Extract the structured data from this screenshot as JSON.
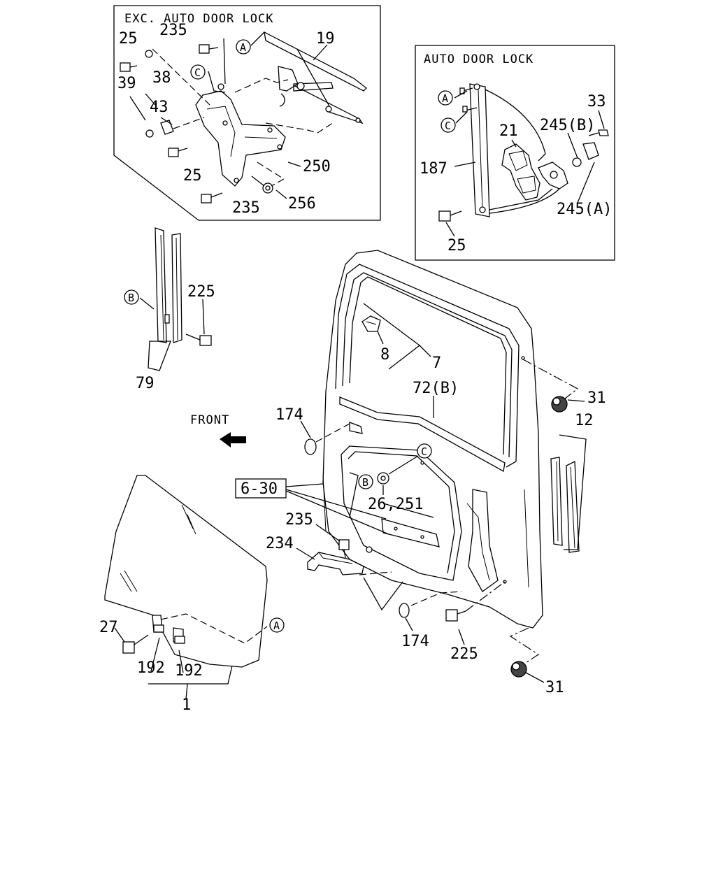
{
  "insets": {
    "exc_auto_title": "EXC. AUTO DOOR LOCK",
    "auto_title": "AUTO DOOR LOCK"
  },
  "callouts": {
    "A": "A",
    "B": "B",
    "C": "C"
  },
  "labels": {
    "exc_25_top": "25",
    "exc_235_top": "235",
    "exc_19": "19",
    "exc_38": "38",
    "exc_39": "39",
    "exc_43": "43",
    "exc_25_bottom": "25",
    "exc_250": "250",
    "exc_235_bottom": "235",
    "exc_256": "256",
    "auto_33": "33",
    "auto_21": "21",
    "auto_245b": "245(B)",
    "auto_187": "187",
    "auto_245a": "245(A)",
    "auto_25": "25",
    "p225_upper": "225",
    "p79": "79",
    "p8": "8",
    "p7": "7",
    "p72b": "72(B)",
    "p31_upper": "31",
    "p12": "12",
    "p174_upper": "174",
    "front": "FRONT",
    "ref_6_30": "6-30",
    "p26_251": "26,251",
    "p235_mid": "235",
    "p234": "234",
    "p27": "27",
    "p192_left": "192",
    "p192_right": "192",
    "p1": "1",
    "p174_lower": "174",
    "p225_lower": "225",
    "p31_lower": "31"
  }
}
